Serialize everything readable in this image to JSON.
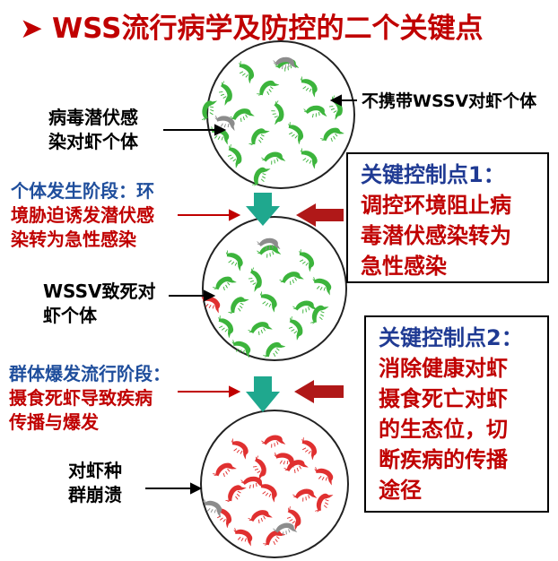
{
  "title": {
    "chevron": "➤",
    "text": "WSS流行病学及防控的二个关键点"
  },
  "labels": {
    "latent": [
      "病毒潜伏感",
      "染对虾个体"
    ],
    "not_carrying": "不携带WSSV对虾个体",
    "individual_stage": [
      "个体发生阶段：环",
      "境胁迫诱发潜伏感",
      "染转为急性感染"
    ],
    "wssv_dead": [
      "WSSV致死对",
      "虾个体"
    ],
    "population_stage": [
      "群体爆发流行阶段：",
      "摄食死虾导致疾病",
      "传播与爆发"
    ],
    "collapse": [
      "对虾种",
      "群崩溃"
    ]
  },
  "control_points": [
    {
      "head": "关键控制点1：",
      "body": "调控环境阻止病\n毒潜伏感染转为\n急性感染"
    },
    {
      "head": "关键控制点2：",
      "body": "消除健康对虾\n摄食死亡对虾\n的生态位，切\n断疾病的传播\n途径"
    }
  ],
  "colors": {
    "healthy_shrimp": "#3cb43c",
    "latent_shrimp": "#8c8c8c",
    "dead_shrimp": "#e03030",
    "teal_arrow": "#1fa88e",
    "red_arrow": "#b01818",
    "title": "#c00000"
  },
  "icons": [
    "healthy-shrimp-icon",
    "latent-shrimp-icon",
    "dead-shrimp-icon",
    "down-arrow-icon",
    "left-arrow-icon"
  ]
}
